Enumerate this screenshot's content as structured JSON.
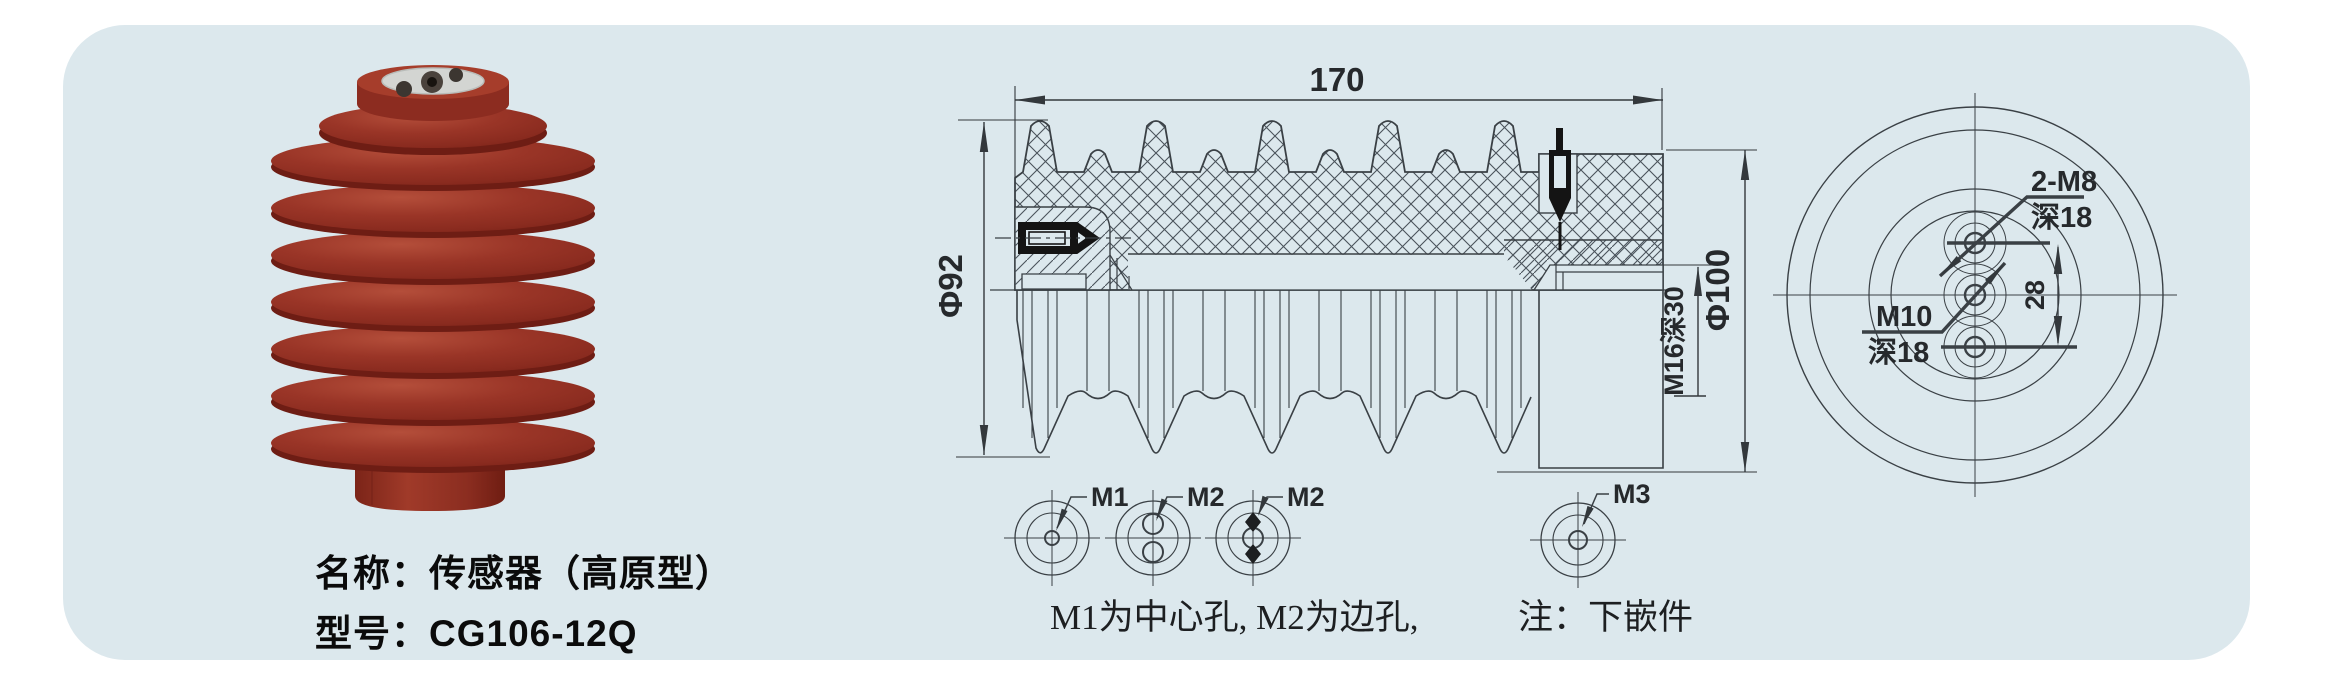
{
  "product": {
    "name_label": "名称：传感器（高原型）",
    "model_label": "型号：CG106-12Q"
  },
  "side_view": {
    "length_dim": "170",
    "shed_diameter_dim": "Φ92",
    "flange_diameter_dim": "Φ100",
    "thread_dim": "M16深30"
  },
  "end_view": {
    "top_holes_label": "2-M8",
    "top_holes_depth": "深18",
    "center_hole_label": "M10",
    "center_hole_depth": "深18",
    "hole_spacing_dim": "28"
  },
  "hole_details": {
    "m1_label": "M1",
    "m2a_label": "M2",
    "m2b_label": "M2",
    "m3_label": "M3"
  },
  "notes": {
    "hole_note": "M1为中心孔, M2为边孔,",
    "insert_note": "注：下嵌件"
  },
  "colors": {
    "panel_bg": "#dce8ed",
    "line": "#3a4045",
    "product_red": "#96301f"
  }
}
